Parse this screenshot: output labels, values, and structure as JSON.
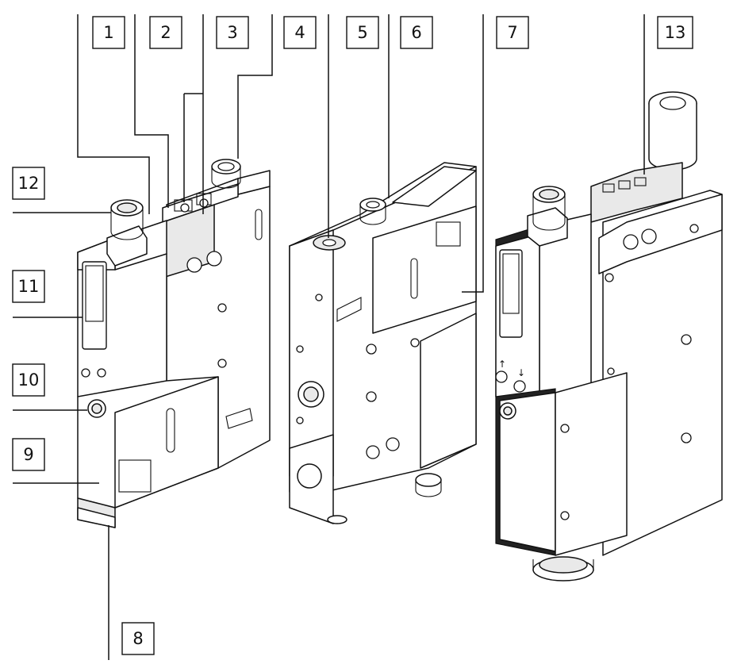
{
  "figure": {
    "callouts": [
      {
        "id": "c1",
        "label": "1"
      },
      {
        "id": "c2",
        "label": "2"
      },
      {
        "id": "c3",
        "label": "3"
      },
      {
        "id": "c4",
        "label": "4"
      },
      {
        "id": "c5",
        "label": "5"
      },
      {
        "id": "c6",
        "label": "6"
      },
      {
        "id": "c7",
        "label": "7"
      },
      {
        "id": "c8",
        "label": "8"
      },
      {
        "id": "c9",
        "label": "9"
      },
      {
        "id": "c10",
        "label": "10"
      },
      {
        "id": "c11",
        "label": "11"
      },
      {
        "id": "c12",
        "label": "12"
      },
      {
        "id": "c13",
        "label": "13"
      }
    ],
    "symbols": {
      "arrow_up": "↑",
      "arrow_down": "↓"
    }
  }
}
